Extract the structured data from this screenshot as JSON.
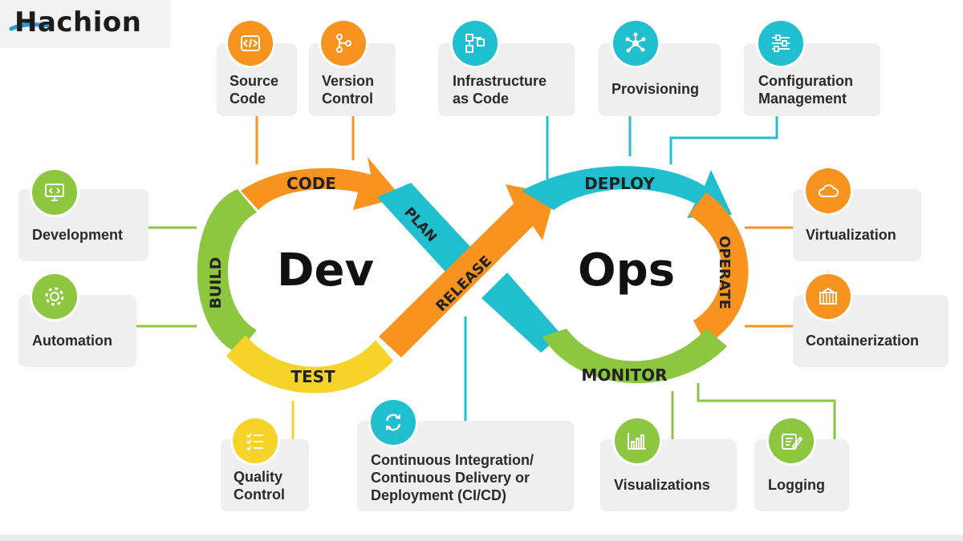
{
  "brand": {
    "logo_text": "Hachion"
  },
  "center": {
    "left_word": "Dev",
    "right_word": "Ops"
  },
  "loop_stages": {
    "code": "CODE",
    "build": "BUILD",
    "test": "TEST",
    "plan": "PLAN",
    "release": "RELEASE",
    "deploy": "DEPLOY",
    "operate": "OPERATE",
    "monitor": "MONITOR"
  },
  "cards": {
    "source_code": "Source\nCode",
    "version_control": "Version\nControl",
    "infrastructure_as_code": "Infrastructure\nas Code",
    "provisioning": "Provisioning",
    "configuration_management": "Configuration\nManagement",
    "development": "Development",
    "automation": "Automation",
    "virtualization": "Virtualization",
    "containerization": "Containerization",
    "quality_control": "Quality\nControl",
    "ci_cd": "Continuous Integration/\nContinuous Delivery or\nDeployment (CI/CD)",
    "visualizations": "Visualizations",
    "logging": "Logging"
  },
  "icons": {
    "source_code": "code-brackets-icon",
    "version_control": "git-branch-icon",
    "infrastructure_as_code": "flowchart-icon",
    "provisioning": "network-hub-icon",
    "configuration_management": "sliders-icon",
    "development": "monitor-code-icon",
    "automation": "gear-icon",
    "virtualization": "cloud-icon",
    "containerization": "container-icon",
    "quality_control": "checklist-icon",
    "ci_cd": "refresh-cycle-icon",
    "visualizations": "bar-chart-icon",
    "logging": "notepad-pencil-icon"
  },
  "colors": {
    "orange": "#f7931e",
    "teal": "#20bfcf",
    "green": "#8dc63f",
    "yellow": "#f5d328",
    "card_bg": "#efefef",
    "text_dark": "#2a2a2a"
  }
}
